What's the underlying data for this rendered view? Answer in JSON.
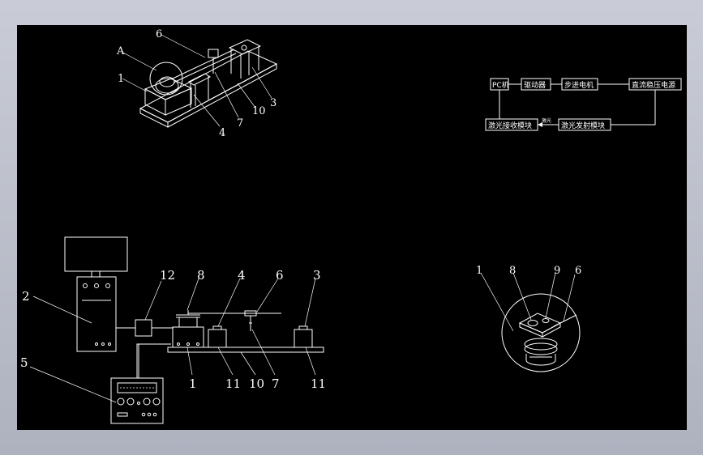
{
  "colors": {
    "background": "#000000",
    "lines": "#ffffff",
    "frame": "#b9bcc8"
  },
  "isometric_view": {
    "labels": {
      "a": "A",
      "n1": "1",
      "n3": "3",
      "n4": "4",
      "n6": "6",
      "n7": "7",
      "n10": "10"
    }
  },
  "block_diagram": {
    "pc": "PC机",
    "driver": "驱动器",
    "stepper": "步进电机",
    "dc_power": "直流稳压电源",
    "laser_receiver": "激光接收模块",
    "laser_emitter": "激光发射模块",
    "arrow_label": "激光"
  },
  "system_view": {
    "labels": {
      "n1": "1",
      "n2": "2",
      "n3": "3",
      "n4": "4",
      "n5": "5",
      "n6": "6",
      "n7": "7",
      "n8": "8",
      "n10": "10",
      "n11a": "11",
      "n11b": "11",
      "n12": "12"
    }
  },
  "detail_view": {
    "labels": {
      "n1": "1",
      "n6": "6",
      "n8": "8",
      "n9": "9"
    }
  }
}
